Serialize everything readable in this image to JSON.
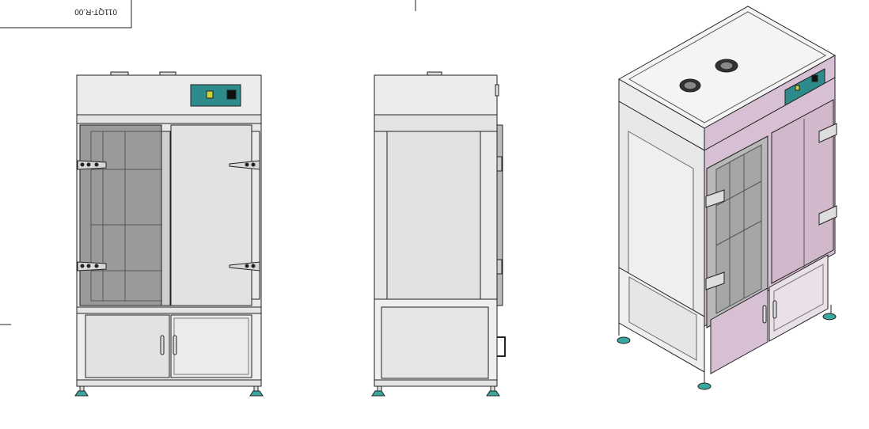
{
  "drawing": {
    "reference_code": "011QT-R.00",
    "reference_code_rendering": "mirrored-and-rotated-180",
    "views": [
      {
        "id": "front",
        "label": ""
      },
      {
        "id": "side",
        "label": ""
      },
      {
        "id": "isometric",
        "label": ""
      }
    ]
  },
  "colors": {
    "line": "#222222",
    "panel": "#e4e4e4",
    "panel_light": "#efefef",
    "glass": "#8f8f8f",
    "control_panel": "#2e8b8b",
    "accent_pink": "#d7c0d3",
    "foot": "#3aa6a0"
  }
}
